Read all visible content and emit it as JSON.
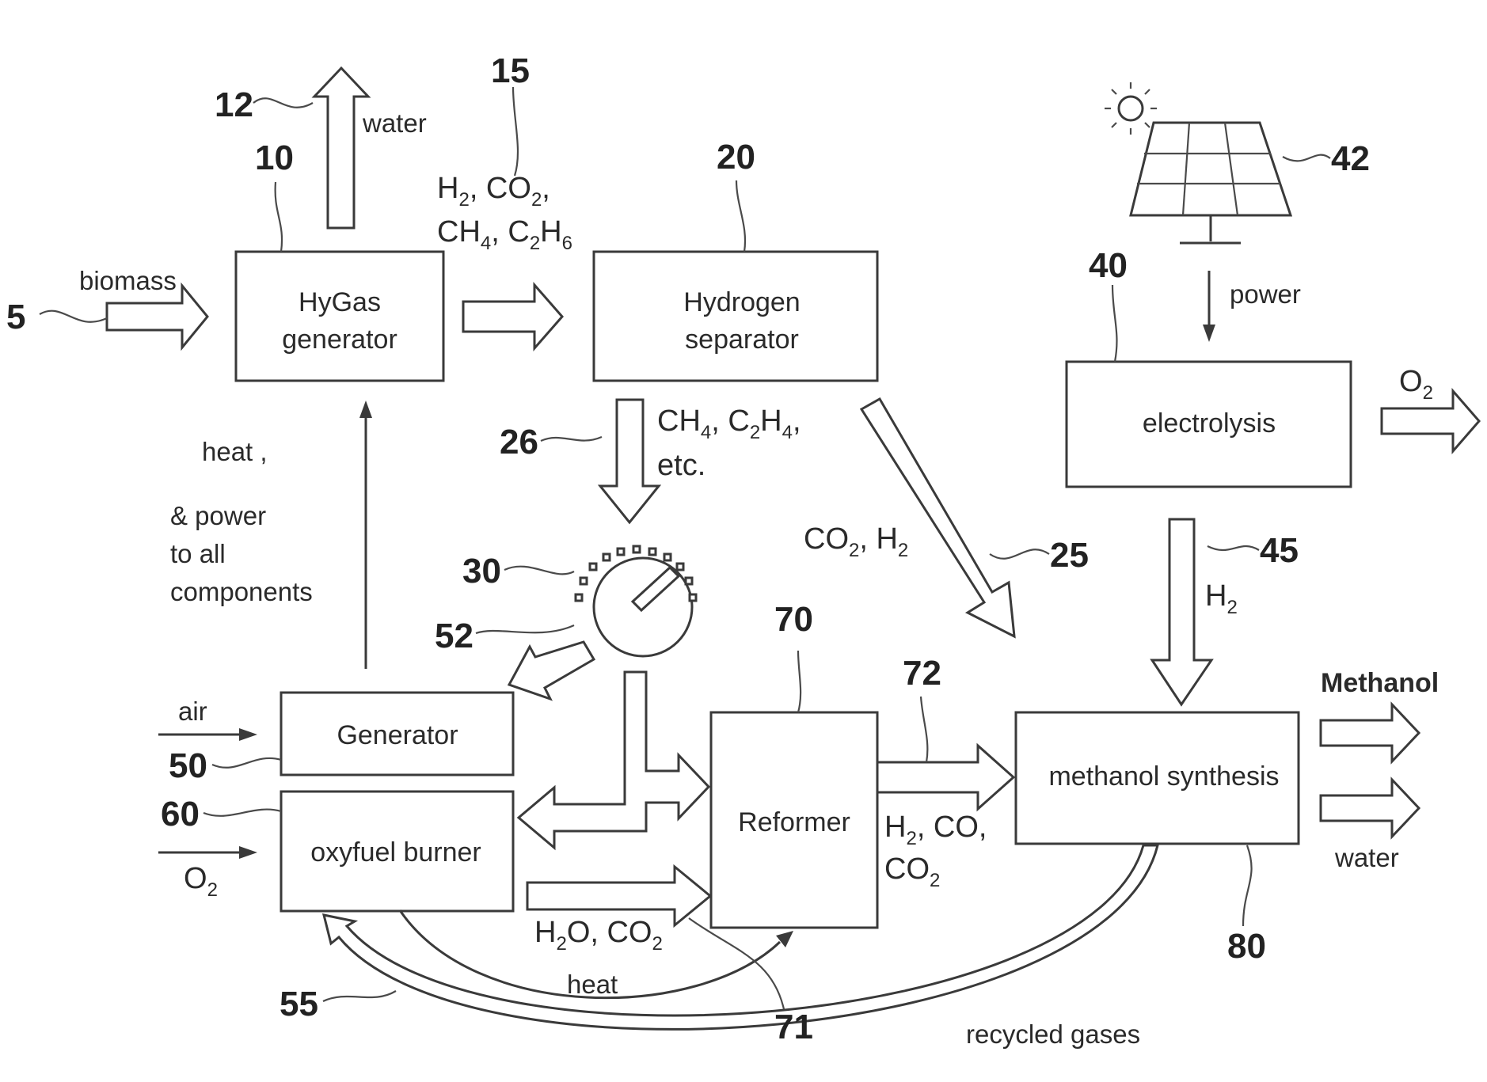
{
  "colors": {
    "ink": "#3a3a3a",
    "background": "#ffffff"
  },
  "boxes": {
    "hygas": [
      "HyGas",
      "generator"
    ],
    "hydrogen": [
      "Hydrogen",
      "separator"
    ],
    "electrolysis": "electrolysis",
    "generator": "Generator",
    "oxyfuel": "oxyfuel burner",
    "reformer": "Reformer",
    "methanol_synthesis": "methanol synthesis"
  },
  "labels": {
    "biomass": "biomass",
    "water_top": "water",
    "power": "power",
    "heat_power": [
      "heat ,",
      "& power",
      "to all",
      "components"
    ],
    "air": "air",
    "methanol": "Methanol",
    "water_out": "water",
    "heat_bottom": "heat",
    "recycled_gases": "recycled gases"
  },
  "formulas": {
    "stream_15_line1": {
      "a": "H",
      "s1": "2",
      "b": ", CO",
      "s2": "2",
      "c": ","
    },
    "stream_15_line2": {
      "a": "CH",
      "s1": "4",
      "b": ", C",
      "s2": "2",
      "c": "H",
      "s3": "6"
    },
    "stream_26_line1": {
      "a": "CH",
      "s1": "4",
      "b": ", C",
      "s2": "2",
      "c": "H",
      "s3": "4",
      "d": ","
    },
    "stream_26_line2": "etc.",
    "stream_25": {
      "a": "CO",
      "s1": "2",
      "b": ", H",
      "s2": "2"
    },
    "o2_electrolysis": {
      "a": "O",
      "s1": "2"
    },
    "h2_45": {
      "a": "H",
      "s1": "2"
    },
    "stream_72_line1": {
      "a": "H",
      "s1": "2",
      "b": ", CO,"
    },
    "stream_72_line2": {
      "a": "CO",
      "s1": "2"
    },
    "stream_71": {
      "a": "H",
      "s1": "2",
      "b": "O, CO",
      "s2": "2"
    },
    "o2_oxyfuel": {
      "a": "O",
      "s1": "2"
    }
  },
  "refs": {
    "r5": "5",
    "r10": "10",
    "r12": "12",
    "r15": "15",
    "r20": "20",
    "r25": "25",
    "r26": "26",
    "r30": "30",
    "r40": "40",
    "r42": "42",
    "r45": "45",
    "r50": "50",
    "r52": "52",
    "r55": "55",
    "r60": "60",
    "r70": "70",
    "r71": "71",
    "r72": "72",
    "r80": "80"
  }
}
